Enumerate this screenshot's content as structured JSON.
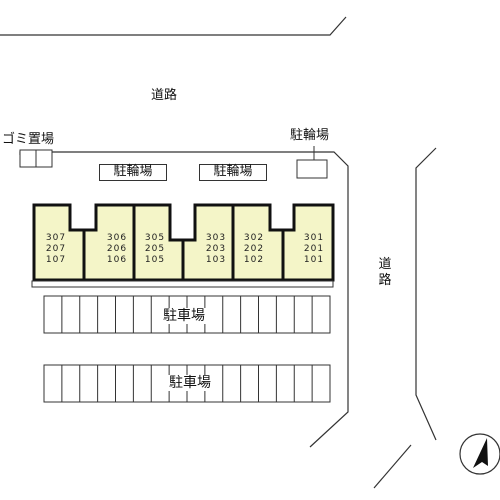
{
  "labels": {
    "road_top": "道路",
    "road_right_1": "道",
    "road_right_2": "路",
    "garbage": "ゴミ置場",
    "bike_top_right": "駐輪場",
    "bike_left": "駐輪場",
    "bike_center": "駐輪場",
    "parking_1": "駐車場",
    "parking_2": "駐車場"
  },
  "units": [
    {
      "top": "307",
      "mid": "207",
      "bot": "107"
    },
    {
      "top": "306",
      "mid": "206",
      "bot": "106"
    },
    {
      "top": "305",
      "mid": "205",
      "bot": "105"
    },
    {
      "top": "303",
      "mid": "203",
      "bot": "103"
    },
    {
      "top": "302",
      "mid": "202",
      "bot": "102"
    },
    {
      "top": "301",
      "mid": "201",
      "bot": "101"
    }
  ],
  "colors": {
    "unit_fill": "#f4f5c8",
    "unit_border": "#111111",
    "line": "#333333"
  },
  "compass": {
    "icon": "north-arrow-icon"
  }
}
